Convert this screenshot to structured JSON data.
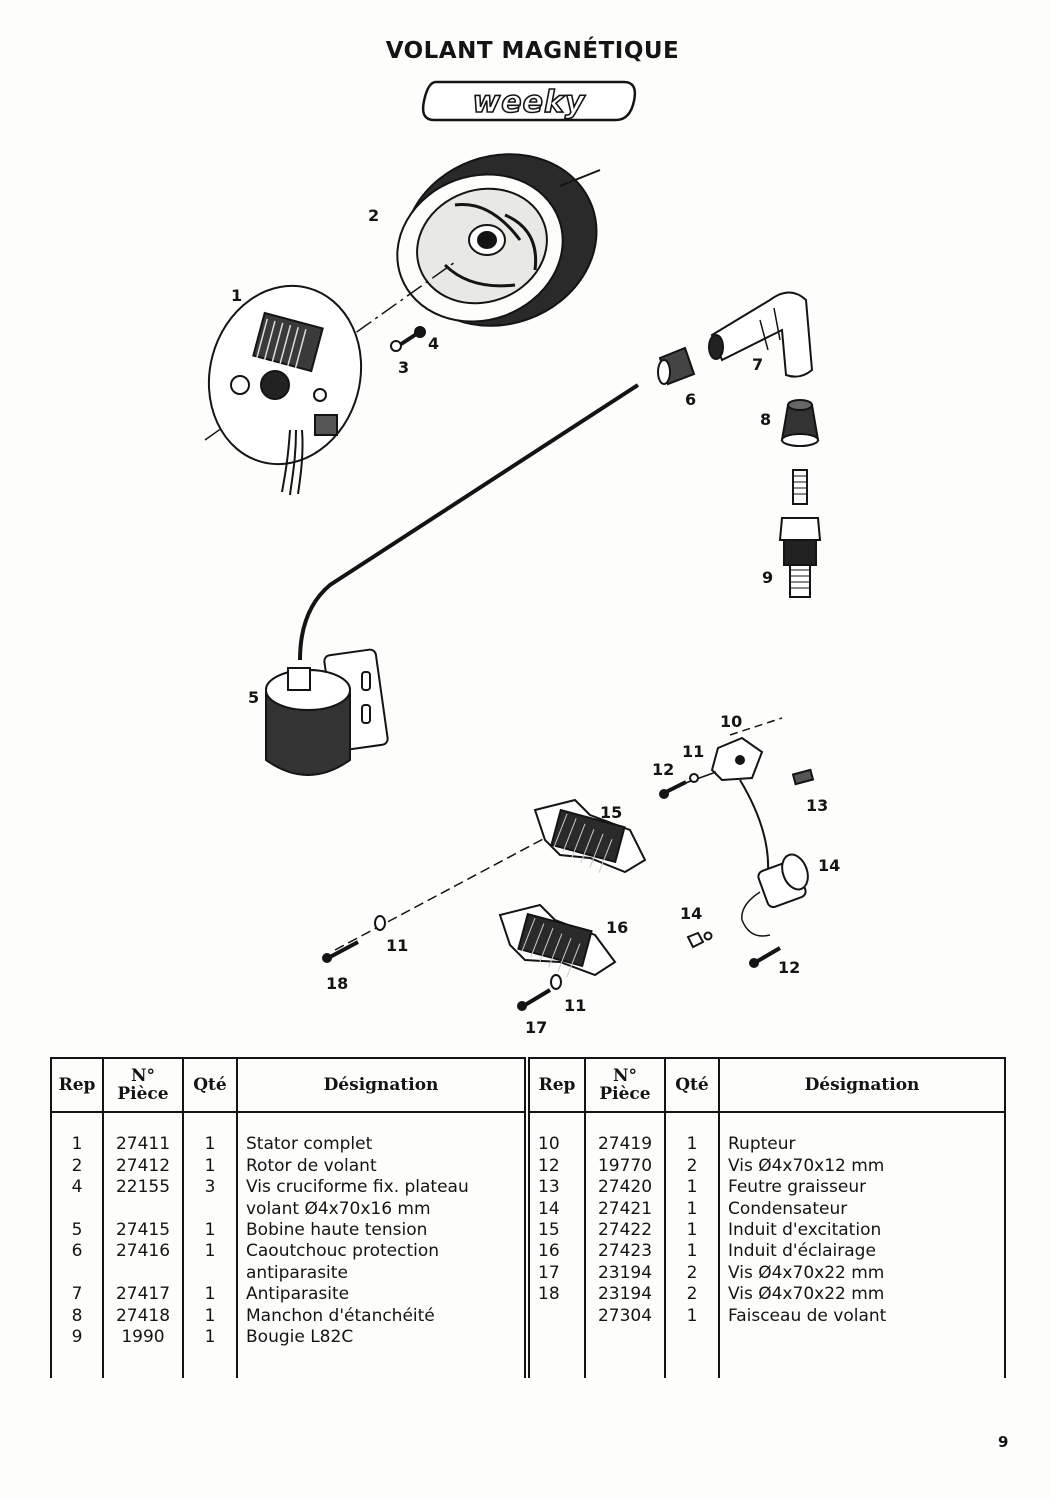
{
  "page": {
    "title": "VOLANT MAGNÉTIQUE",
    "brand": "weeky",
    "page_number": "9"
  },
  "diagram": {
    "callouts": {
      "c1": "1",
      "c2": "2",
      "c3": "3",
      "c4": "4",
      "c5": "5",
      "c6": "6",
      "c7": "7",
      "c8": "8",
      "c9": "9",
      "c10": "10",
      "c11a": "11",
      "c11b": "11",
      "c11c": "11",
      "c12a": "12",
      "c12b": "12",
      "c13": "13",
      "c14a": "14",
      "c14b": "14",
      "c15": "15",
      "c16": "16",
      "c17": "17",
      "c18": "18"
    }
  },
  "table": {
    "headers": {
      "rep": "Rep",
      "piece_line1": "N°",
      "piece_line2": "Pièce",
      "qte": "Qté",
      "designation": "Désignation"
    },
    "left_rows": [
      {
        "rep": "1",
        "piece": "27411",
        "qte": "1",
        "designation": "Stator complet"
      },
      {
        "rep": "2",
        "piece": "27412",
        "qte": "1",
        "designation": "Rotor de volant"
      },
      {
        "rep": "4",
        "piece": "22155",
        "qte": "3",
        "designation": "Vis cruciforme fix. plateau"
      },
      {
        "rep": "",
        "piece": "",
        "qte": "",
        "designation": "volant Ø4x70x16 mm"
      },
      {
        "rep": "5",
        "piece": "27415",
        "qte": "1",
        "designation": "Bobine haute tension"
      },
      {
        "rep": "6",
        "piece": "27416",
        "qte": "1",
        "designation": "Caoutchouc protection"
      },
      {
        "rep": "",
        "piece": "",
        "qte": "",
        "designation": "antiparasite"
      },
      {
        "rep": "7",
        "piece": "27417",
        "qte": "1",
        "designation": "Antiparasite"
      },
      {
        "rep": "8",
        "piece": "27418",
        "qte": "1",
        "designation": "Manchon d'étanchéité"
      },
      {
        "rep": "9",
        "piece": "1990",
        "qte": "1",
        "designation": "Bougie L82C"
      }
    ],
    "right_rows": [
      {
        "rep": "10",
        "piece": "27419",
        "qte": "1",
        "designation": "Rupteur"
      },
      {
        "rep": "12",
        "piece": "19770",
        "qte": "2",
        "designation": "Vis Ø4x70x12 mm"
      },
      {
        "rep": "13",
        "piece": "27420",
        "qte": "1",
        "designation": "Feutre graisseur"
      },
      {
        "rep": "14",
        "piece": "27421",
        "qte": "1",
        "designation": "Condensateur"
      },
      {
        "rep": "15",
        "piece": "27422",
        "qte": "1",
        "designation": "Induit d'excitation"
      },
      {
        "rep": "16",
        "piece": "27423",
        "qte": "1",
        "designation": "Induit d'éclairage"
      },
      {
        "rep": "17",
        "piece": "23194",
        "qte": "2",
        "designation": "Vis Ø4x70x22 mm"
      },
      {
        "rep": "18",
        "piece": "23194",
        "qte": "2",
        "designation": "Vis Ø4x70x22 mm"
      },
      {
        "rep": "",
        "piece": "27304",
        "qte": "1",
        "designation": "Faisceau de volant"
      },
      {
        "rep": "",
        "piece": "",
        "qte": "",
        "designation": ""
      }
    ]
  }
}
